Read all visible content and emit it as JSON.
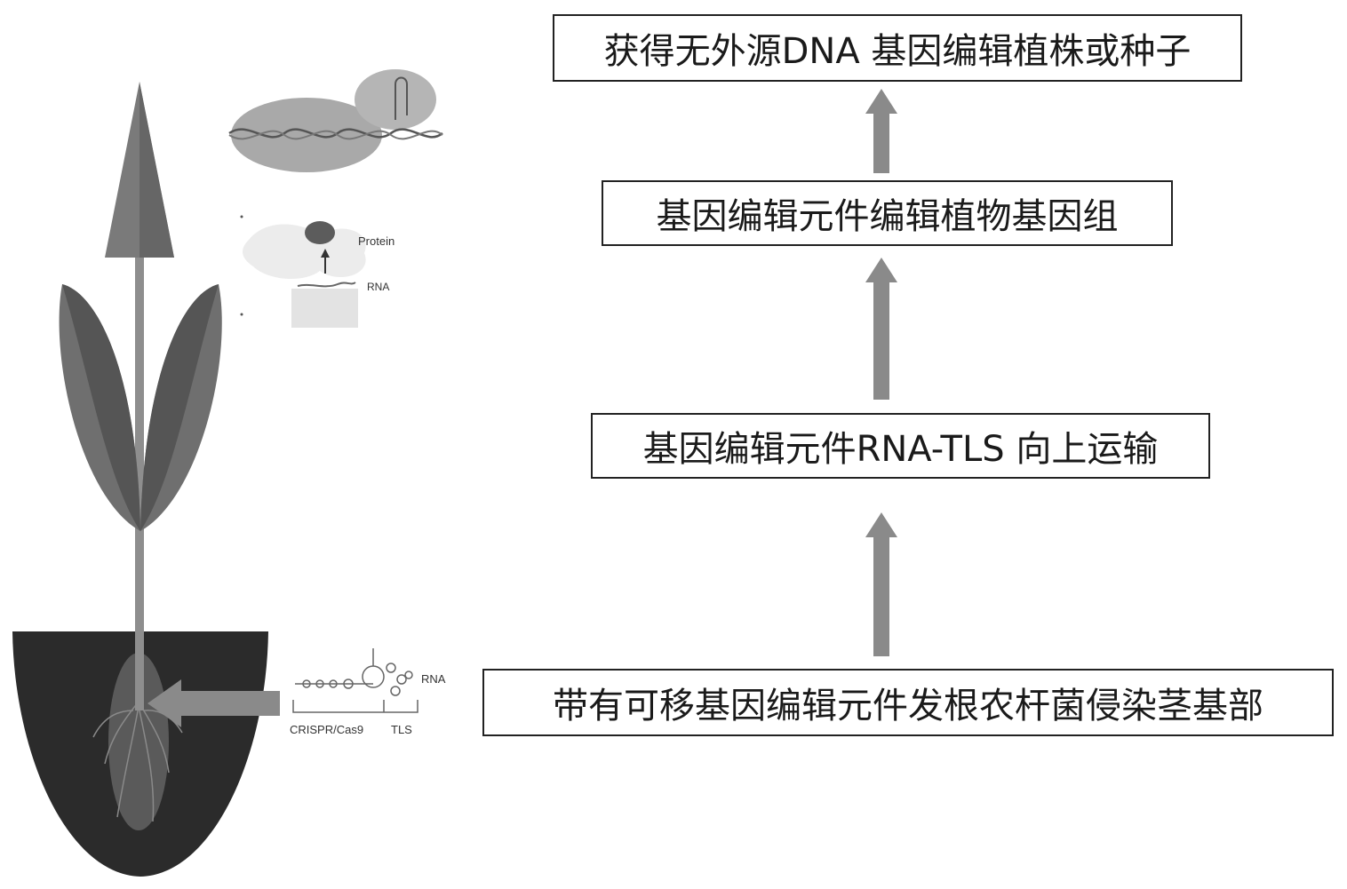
{
  "steps": [
    {
      "id": "infect",
      "text": "带有可移基因编辑元件发根农杆菌侵染茎基部"
    },
    {
      "id": "transport",
      "text": "基因编辑元件RNA-TLS  向上运输"
    },
    {
      "id": "edit",
      "text": "基因编辑元件编辑植物基因组"
    },
    {
      "id": "obtain",
      "text": "获得无外源DNA 基因编辑植株或种子"
    }
  ],
  "illustration": {
    "protein_label": "Protein",
    "rna_label_upper": "RNA",
    "rna_label_lower": "RNA",
    "crispr_label": "CRISPR/Cas9",
    "tls_label": "TLS"
  },
  "colors": {
    "soil": "#2b2b2b",
    "leaf_light": "#6f6f6f",
    "leaf_dark": "#555555",
    "stem": "#8e8e8e",
    "arrow": "#8a8a8a",
    "border": "#222222"
  }
}
